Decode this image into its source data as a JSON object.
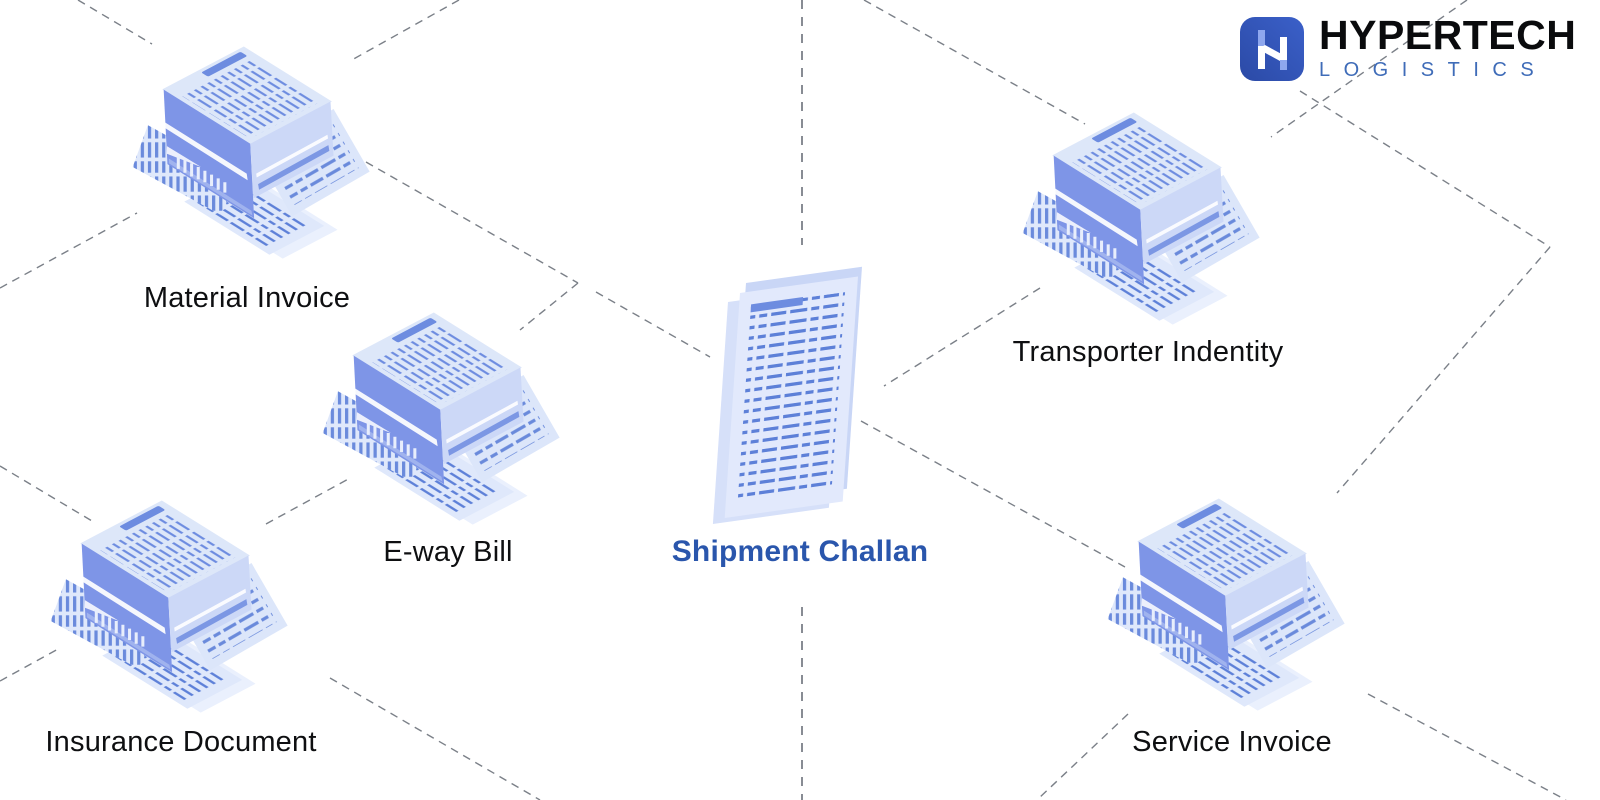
{
  "brand": {
    "name": "HYPERTECH",
    "tagline": "LOGISTICS"
  },
  "center_document": {
    "label": "Shipment Challan"
  },
  "documents": [
    {
      "label": "Material Invoice"
    },
    {
      "label": "E-way Bill"
    },
    {
      "label": "Insurance Document"
    },
    {
      "label": "Transporter Indentity"
    },
    {
      "label": "Service Invoice"
    }
  ],
  "colors": {
    "accent_blue": "#2a56ac",
    "logo_blue": "#3f6cb8",
    "logo_tile_blue": "#3156b8",
    "doc_text_blue": "#5d80d8",
    "doc_face_blue": "#7e95e7",
    "doc_light": "#dde7f9",
    "dash_gray": "#7b8088"
  },
  "icons": [
    "document-stack-icon",
    "document-stack-icon",
    "document-stack-icon",
    "document-stack-icon",
    "document-stack-icon",
    "challan-sheet-icon",
    "logo-h-icon"
  ]
}
